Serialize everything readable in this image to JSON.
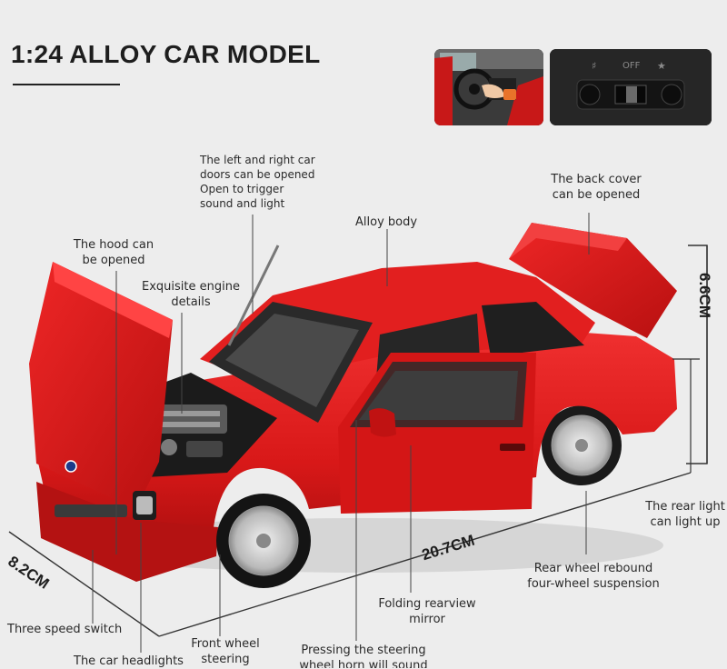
{
  "header": {
    "title": "1:24 ALLOY CAR MODEL"
  },
  "switch_thumbnail": {
    "off_label": "OFF"
  },
  "dimensions": {
    "height": "6.6CM",
    "length": "20.7CM",
    "width": "8.2CM"
  },
  "callouts": {
    "doors": [
      "The left and right car",
      "doors can be opened",
      "Open to trigger",
      "sound and light"
    ],
    "back_cover": [
      "The back cover",
      "can be opened"
    ],
    "alloy_body": "Alloy body",
    "hood": [
      "The hood can",
      "be opened"
    ],
    "engine": [
      "Exquisite engine",
      "details"
    ],
    "rear_light": [
      "The rear light",
      "can light up"
    ],
    "suspension": [
      "Rear wheel rebound",
      "four-wheel suspension"
    ],
    "mirror": [
      "Folding rearview",
      "mirror"
    ],
    "speed_switch": "Three speed switch",
    "front_wheel": [
      "Front wheel",
      "steering"
    ],
    "headlights": "The car headlights",
    "steering_horn": [
      "Pressing the steering",
      "wheel horn will sound"
    ]
  },
  "colors": {
    "car_red": "#e01c1c",
    "background": "#ededed",
    "text": "#222222"
  }
}
